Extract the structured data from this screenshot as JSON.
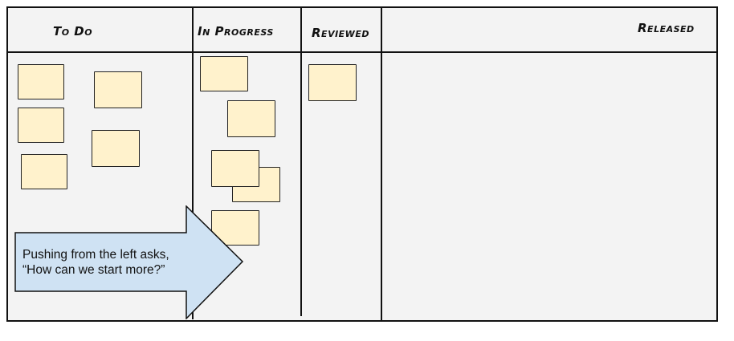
{
  "board": {
    "columns": [
      {
        "id": "todo",
        "title": "To Do"
      },
      {
        "id": "in-progress",
        "title": "In Progress"
      },
      {
        "id": "reviewed",
        "title": "Reviewed"
      },
      {
        "id": "released",
        "title": "Released"
      }
    ]
  },
  "callout": {
    "line1": "Pushing from the left asks,",
    "line2": "“How can we start more?”"
  },
  "colors": {
    "board_background": "#f3f3f3",
    "card_fill": "#fff2cc",
    "arrow_fill": "#cfe2f3",
    "outline": "#111111"
  }
}
